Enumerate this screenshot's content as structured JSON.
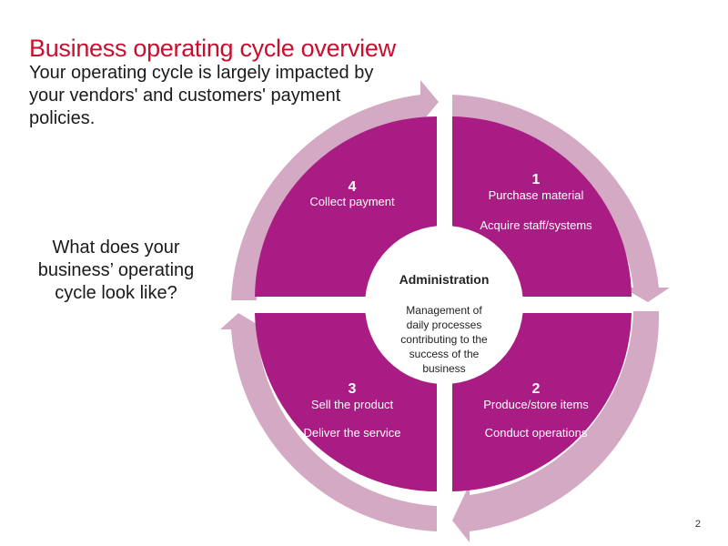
{
  "header": {
    "title": "Business operating cycle overview",
    "subtitle": "Your operating cycle is largely impacted by your vendors' and customers' payment policies."
  },
  "question": "What does your business’ operating cycle look like?",
  "center": {
    "title": "Administration",
    "lines": [
      "Management of",
      "daily processes",
      "contributing to the",
      "success of the",
      "business"
    ]
  },
  "quadrants": [
    {
      "number": "1",
      "lines": [
        "Purchase material",
        "Acquire staff/systems"
      ]
    },
    {
      "number": "2",
      "lines": [
        "Produce/store items",
        "Conduct operations"
      ]
    },
    {
      "number": "3",
      "lines": [
        "Sell the product",
        "Deliver the service"
      ]
    },
    {
      "number": "4",
      "lines": [
        "Collect payment"
      ]
    }
  ],
  "colors": {
    "quadrant": "#a91c83",
    "arrow": "#d4a9c4",
    "title": "#c8102e"
  },
  "page_number": "2"
}
